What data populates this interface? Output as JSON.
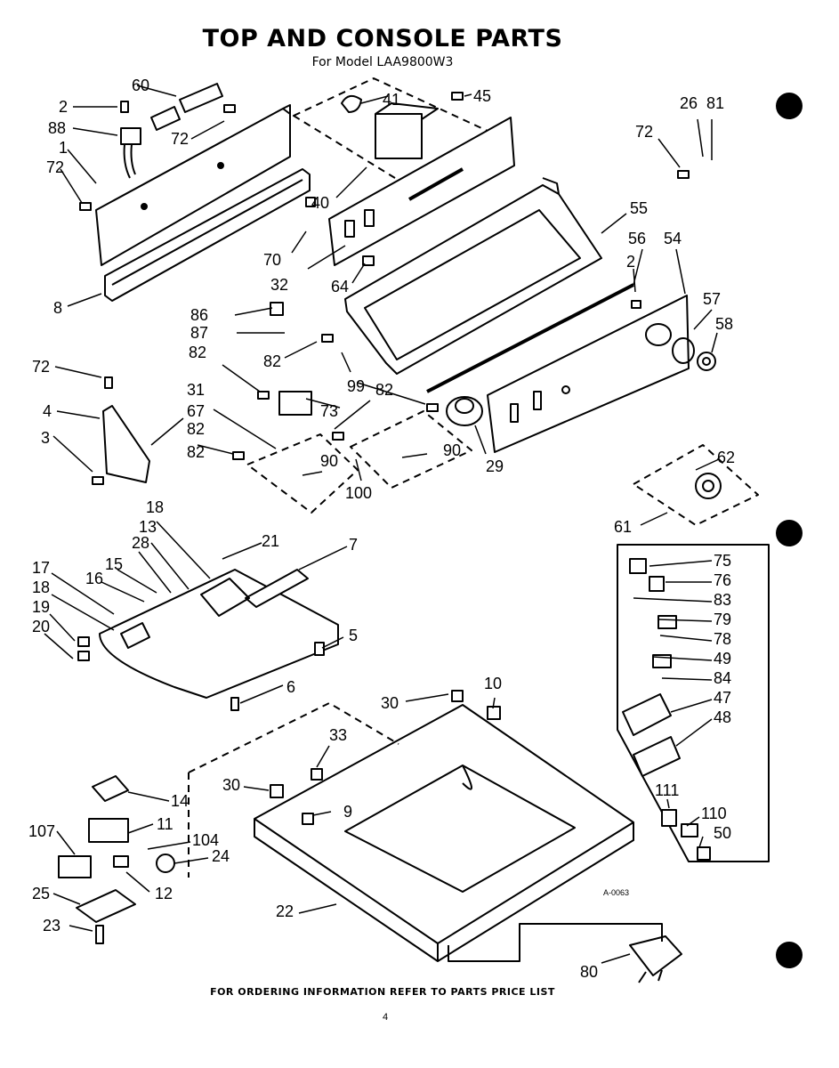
{
  "title": "TOP AND CONSOLE PARTS",
  "subtitle": "For Model LAA9800W3",
  "footer": "FOR ORDERING INFORMATION REFER TO PARTS PRICE LIST",
  "page_number": "4",
  "diagram_code": "A-0063",
  "callouts": [
    "60",
    "2",
    "88",
    "1",
    "72",
    "72",
    "8",
    "41",
    "45",
    "40",
    "70",
    "32",
    "64",
    "26",
    "81",
    "72",
    "55",
    "56",
    "2",
    "54",
    "57",
    "58",
    "86",
    "87",
    "82",
    "82",
    "99",
    "72",
    "4",
    "67",
    "82",
    "3",
    "31",
    "82",
    "73",
    "82",
    "90",
    "90",
    "100",
    "29",
    "62",
    "61",
    "18",
    "13",
    "28",
    "21",
    "7",
    "15",
    "16",
    "17",
    "18",
    "19",
    "20",
    "5",
    "6",
    "75",
    "76",
    "83",
    "79",
    "78",
    "49",
    "84",
    "47",
    "48",
    "30",
    "10",
    "33",
    "30",
    "9",
    "14",
    "11",
    "107",
    "104",
    "24",
    "25",
    "12",
    "23",
    "22",
    "80",
    "111",
    "110",
    "50"
  ]
}
